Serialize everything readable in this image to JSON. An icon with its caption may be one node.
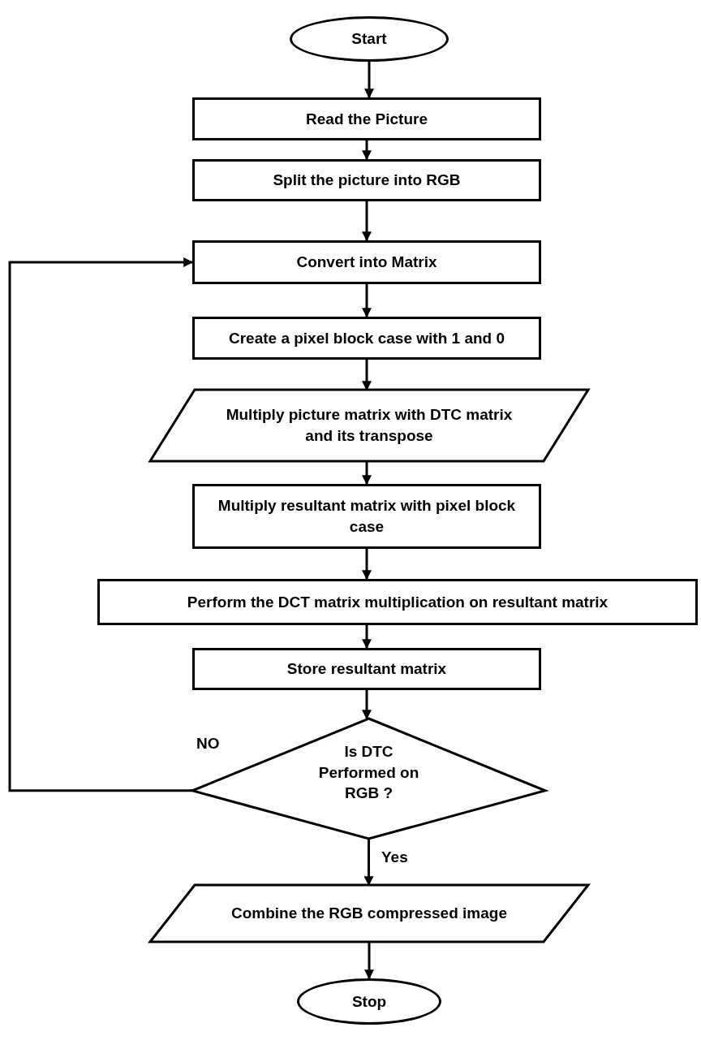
{
  "diagram": {
    "nodes": [
      {
        "text": [
          "Start"
        ]
      },
      {
        "text": [
          "Read the Picture"
        ]
      },
      {
        "text": [
          "Split the picture into RGB"
        ]
      },
      {
        "text": [
          "Convert into Matrix"
        ]
      },
      {
        "text": [
          "Create a pixel block case with 1 and 0"
        ]
      },
      {
        "text": [
          "Multiply picture matrix with DTC matrix and its transpose"
        ]
      },
      {
        "text": [
          "Multiply resultant matrix with pixel block case"
        ]
      },
      {
        "text": [
          "Perform the DCT matrix multiplication on resultant matrix"
        ]
      },
      {
        "text": [
          "Store resultant matrix"
        ]
      },
      {
        "text": [
          "Is DTC Performed on RGB ?"
        ]
      },
      {
        "text": [
          "Combine the RGB compressed image"
        ]
      },
      {
        "text": [
          "Stop"
        ]
      }
    ],
    "edges": [
      {
        "from": 0,
        "to": 1,
        "arrow": "to"
      },
      {
        "from": 1,
        "to": 2,
        "arrow": "to"
      },
      {
        "from": 2,
        "to": 3,
        "arrow": "to"
      },
      {
        "from": 3,
        "to": 4,
        "arrow": "to"
      },
      {
        "from": 4,
        "to": 5,
        "arrow": "to"
      },
      {
        "from": 5,
        "to": 6,
        "arrow": "to"
      },
      {
        "from": 6,
        "to": 7,
        "arrow": "to"
      },
      {
        "from": 7,
        "to": 8,
        "arrow": "to"
      },
      {
        "from": 8,
        "to": 9,
        "arrow": "to"
      },
      {
        "from": 9,
        "to": 3,
        "arrow": "to",
        "label": "NO"
      },
      {
        "from": 9,
        "to": 10,
        "arrow": "to",
        "label": "Yes"
      },
      {
        "from": 10,
        "to": 11,
        "arrow": "to"
      }
    ]
  }
}
